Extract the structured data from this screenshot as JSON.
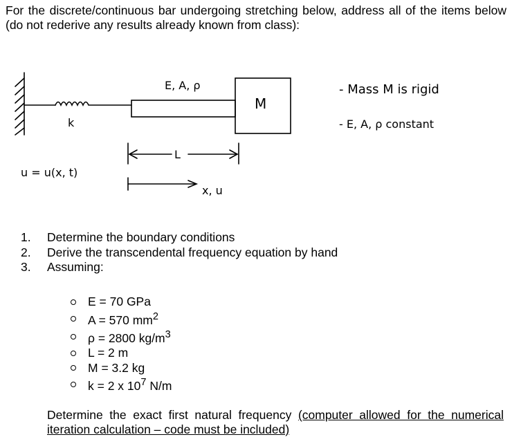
{
  "intro": "For the discrete/continuous bar undergoing stretching below, address all of the items below (do not rederive any results already known from class):",
  "diagram": {
    "bar_props_label": "E, A, ρ",
    "spring_label": "k",
    "mass_label": "M",
    "length_label": "L",
    "displacement_label": "u = u(x, t)",
    "axis_label": "x, u",
    "note_1": "- Mass M is rigid",
    "note_2": "- E, A, ρ constant"
  },
  "tasks": [
    {
      "num": "1.",
      "text": "Determine the boundary conditions"
    },
    {
      "num": "2.",
      "text": "Derive the transcendental frequency equation by hand"
    },
    {
      "num": "3.",
      "text": "Assuming:"
    }
  ],
  "params": [
    {
      "label": "E = 70 GPa"
    },
    {
      "label": "A = 570 mm",
      "sup": "2"
    },
    {
      "label": "ρ = 2800 kg/m",
      "sup": "3"
    },
    {
      "label": "L = 2 m"
    },
    {
      "label": "M = 3.2 kg"
    },
    {
      "label": "k = 2 x 10",
      "sup": "7",
      "after": " N/m"
    }
  ],
  "final": {
    "lead": "Determine the exact first natural frequency ",
    "underlined": "(computer allowed for the numerical iteration calculation – code must be included)"
  }
}
